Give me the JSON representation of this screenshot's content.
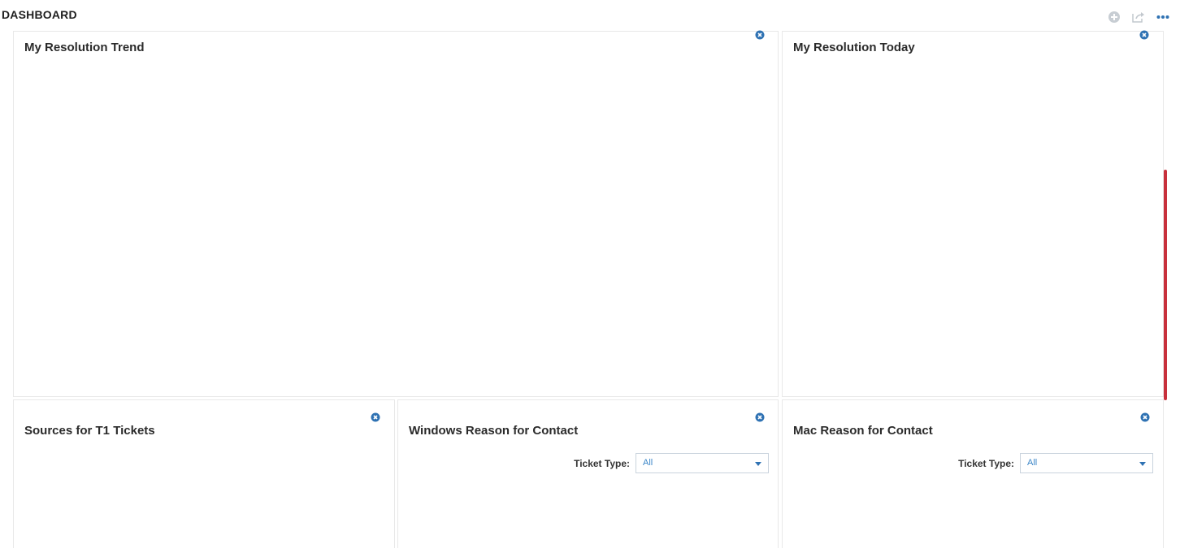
{
  "dashboard": {
    "title": "DASHBOARD"
  },
  "toolbar": {
    "add_icon": "plus-circle-icon",
    "share_icon": "share-icon",
    "more_icon": "more-dots-icon",
    "accent_color": "#2f72b3"
  },
  "panels": {
    "resolution_trend": {
      "title": "My Resolution Trend"
    },
    "resolution_today": {
      "title": "My Resolution Today"
    },
    "sources_t1": {
      "title": "Sources for T1 Tickets"
    },
    "windows_reason": {
      "title": "Windows Reason for Contact",
      "filter_label": "Ticket Type:",
      "filter_value": "All"
    },
    "mac_reason": {
      "title": "Mac Reason for Contact",
      "filter_label": "Ticket Type:",
      "filter_value": "All"
    }
  },
  "scroll_indicator_color": "#c8303c"
}
